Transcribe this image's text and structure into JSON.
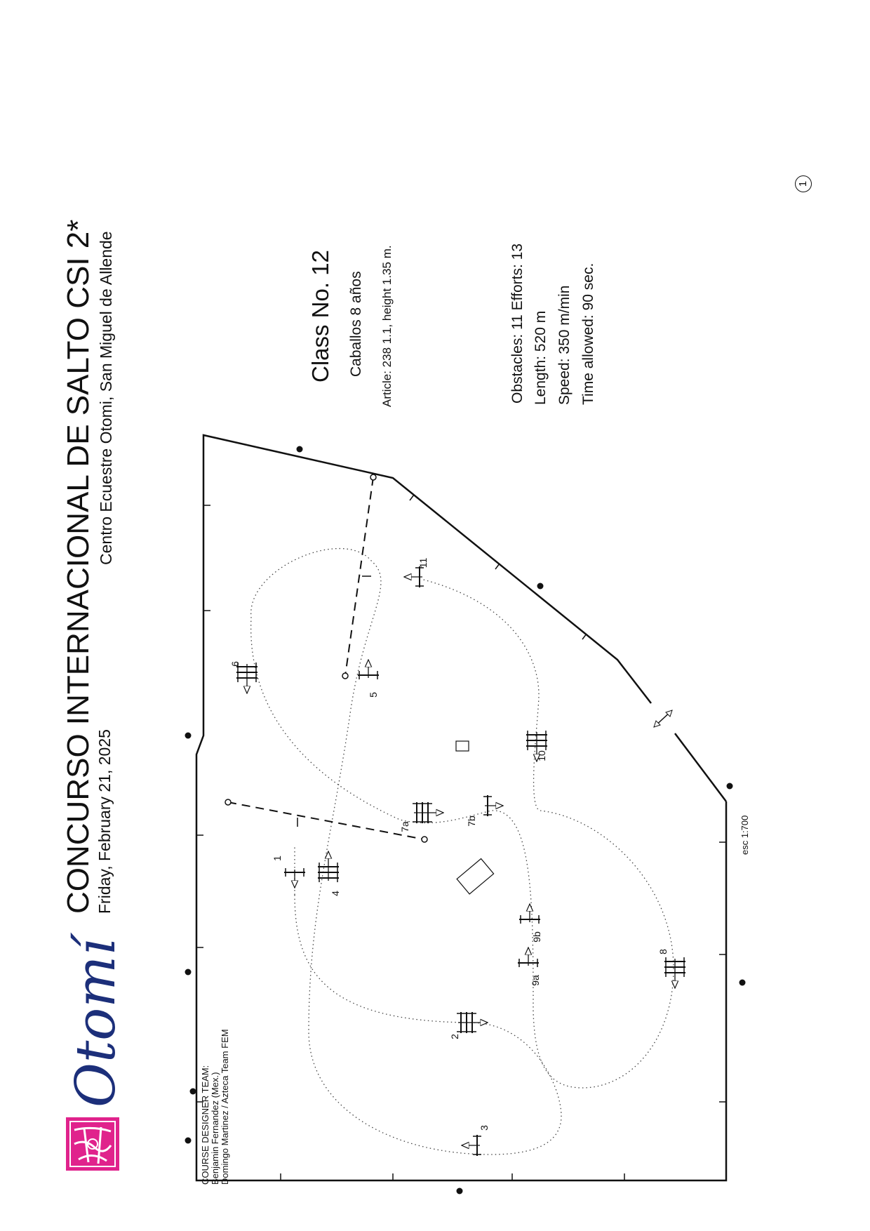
{
  "header": {
    "title": "CONCURSO INTERNACIONAL DE SALTO CSI 2*",
    "date": "Friday, February 21, 2025",
    "venue": "Centro Ecuestre Otomi, San Miguel de Allende",
    "logo_text": "Otomí"
  },
  "class_info": {
    "class_no": "Class No. 12",
    "category": "Caballos 8 años",
    "article": "Article: 238 1.1, height 1.35 m."
  },
  "course_stats": {
    "obstacles_efforts": "Obstacles: 11  Efforts: 13",
    "length": "Length: 520 m",
    "speed": "Speed: 350 m/min",
    "time_allowed": "Time allowed: 90 sec."
  },
  "designer": {
    "heading": "COURSE DESIGNER TEAM:",
    "line1": "Benjamin Fernandez (Mex.)",
    "line2": "Domingo Martinez / Azteca Team FEM"
  },
  "scale": "esc 1:700",
  "page_marker": "1",
  "obstacles": [
    "1",
    "2",
    "3",
    "4",
    "5",
    "6",
    "7a",
    "7b",
    "8",
    "9a",
    "9b",
    "10",
    "11"
  ],
  "colors": {
    "logo_navy": "#1c2f7a",
    "logo_magenta": "#e0238c",
    "line": "#111111"
  }
}
